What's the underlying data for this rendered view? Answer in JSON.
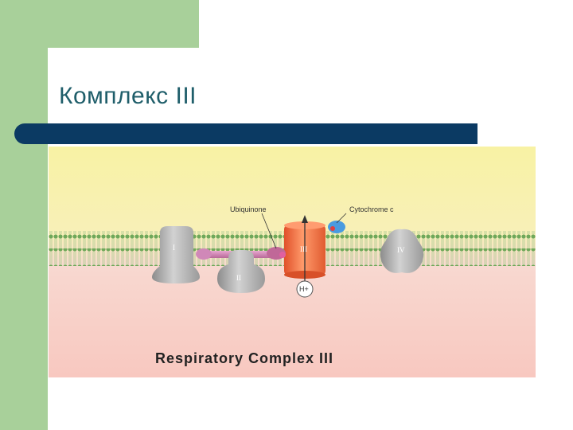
{
  "slide": {
    "title": "Комплекс III",
    "colors": {
      "green": "#a8d09a",
      "rule": "#0b3a63",
      "title": "#1f5e6a"
    }
  },
  "diagram": {
    "labels": {
      "ubiquinone": "Ubiquinone",
      "cytochrome_c": "Cytochrome c",
      "complex_1": "I",
      "complex_2": "II",
      "complex_3": "III",
      "complex_4": "IV",
      "proton": "H+",
      "caption": "Respiratory Complex III"
    },
    "colors": {
      "intermembrane": "#f8f2a4",
      "matrix": "#f8d0c8",
      "membrane_green": "#8fbf78",
      "complex_gray": "#b4b4b4",
      "complex_orange": "#f07040",
      "ubiquinone_pink": "#d888b8",
      "cytochrome_blue": "#4a9be0"
    }
  }
}
